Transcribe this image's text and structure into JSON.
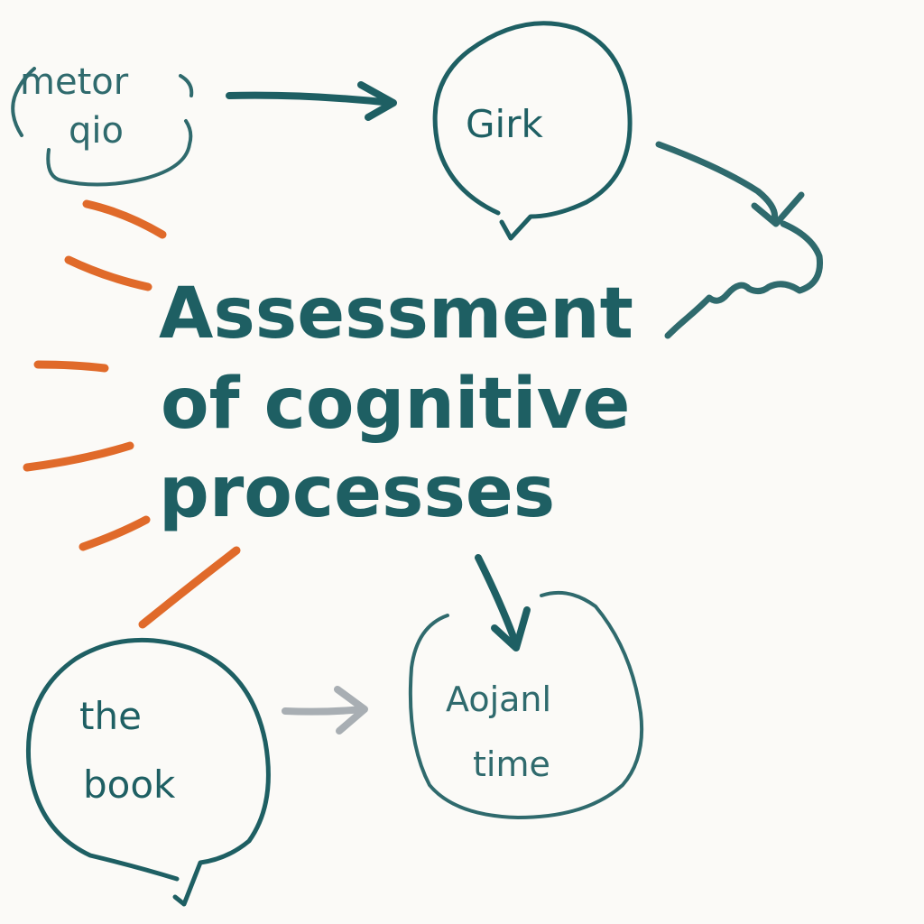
{
  "title": {
    "lines": [
      "Assessment",
      "of cognitive",
      "processes"
    ]
  },
  "nodes": {
    "top_left": {
      "lines": [
        "metor",
        "qio"
      ]
    },
    "top_right": {
      "label": "Girk"
    },
    "bottom_left": {
      "lines": [
        "the",
        "book"
      ]
    },
    "bottom_right": {
      "lines": [
        "Aojanl",
        "time"
      ]
    }
  },
  "colors": {
    "ink": "#1e5f63",
    "bubble_ink": "#2f6a6d",
    "accent": "#e06a2a",
    "faint": "#a8aeb3",
    "paper": "#fbfaf7"
  }
}
